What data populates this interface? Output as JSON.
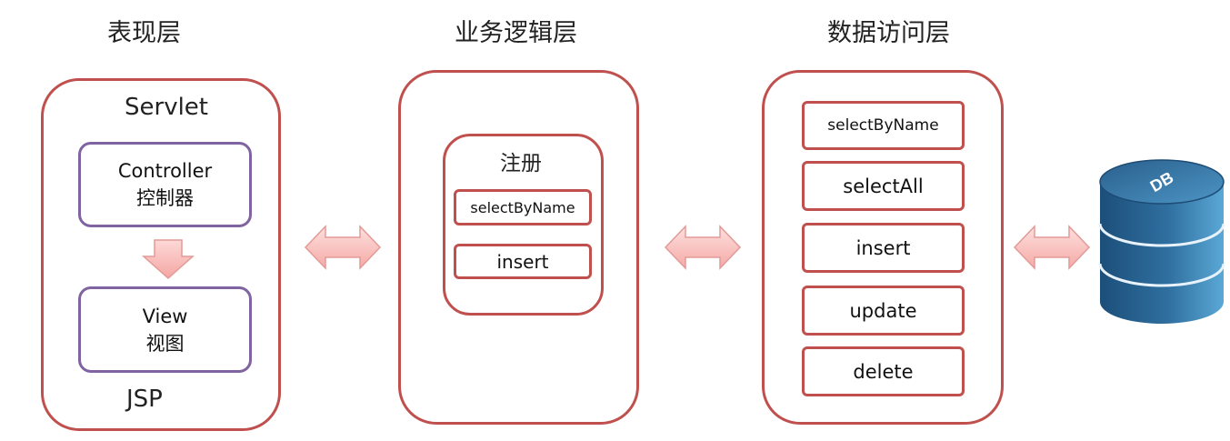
{
  "layers": {
    "presentation": {
      "title": "表现层",
      "servlet_label": "Servlet",
      "controller": {
        "en": "Controller",
        "cn": "控制器"
      },
      "view": {
        "en": "View",
        "cn": "视图"
      },
      "jsp_label": "JSP"
    },
    "business": {
      "title": "业务逻辑层",
      "register_title": "注册",
      "methods": [
        "selectByName",
        "insert"
      ]
    },
    "data_access": {
      "title": "数据访问层",
      "methods": [
        "selectByName",
        "selectAll",
        "insert",
        "update",
        "delete"
      ]
    }
  },
  "database": {
    "label": "DB"
  },
  "colors": {
    "panel_border": "#c0504d",
    "purple_border": "#8064a2",
    "arrow_fill": "#f9c2c0",
    "db_blue": "#2e6b99"
  }
}
